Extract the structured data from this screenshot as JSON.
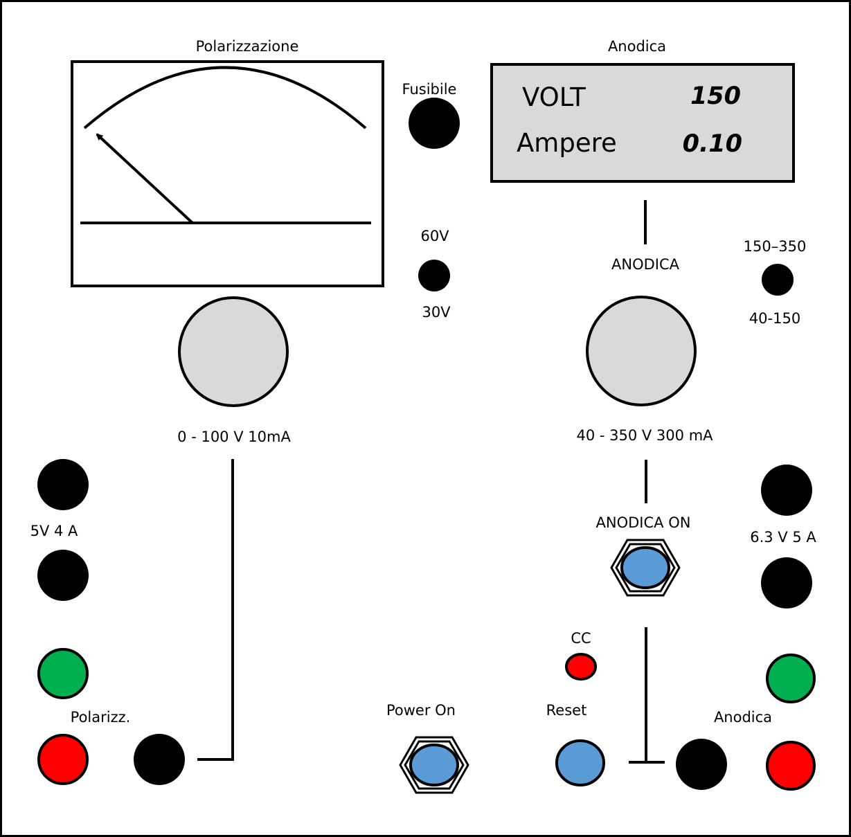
{
  "labels": {
    "polarizzazione_title": "Polarizzazione",
    "anodica_title": "Anodica",
    "fusibile": "Fusibile",
    "v60": "60V",
    "v30": "30V",
    "anodica_knob": "ANODICA",
    "range_high": "150–350",
    "range_low": "40-150",
    "polar_range": "0 - 100 V  10mA",
    "anodica_range": "40 - 350 V  300 mA",
    "out_5v": "5V  4 A",
    "anodica_on": "ANODICA ON",
    "out_63v": "6.3 V 5 A",
    "cc": "CC",
    "polarizz": "Polarizz.",
    "power_on": "Power On",
    "reset": "Reset",
    "anodica_out": "Anodica"
  },
  "display": {
    "volt_label": "VOLT",
    "volt_value": "150",
    "ampere_label": "Ampere",
    "ampere_value": "0.10"
  },
  "colors": {
    "jack_black": "#000000",
    "jack_green": "#00b050",
    "jack_red": "#ff0000",
    "button_blue": "#5b9bd5",
    "knob_grey": "#d9d9d9",
    "lcd_bg": "#d9d9d9",
    "led_red": "#ff0000"
  }
}
